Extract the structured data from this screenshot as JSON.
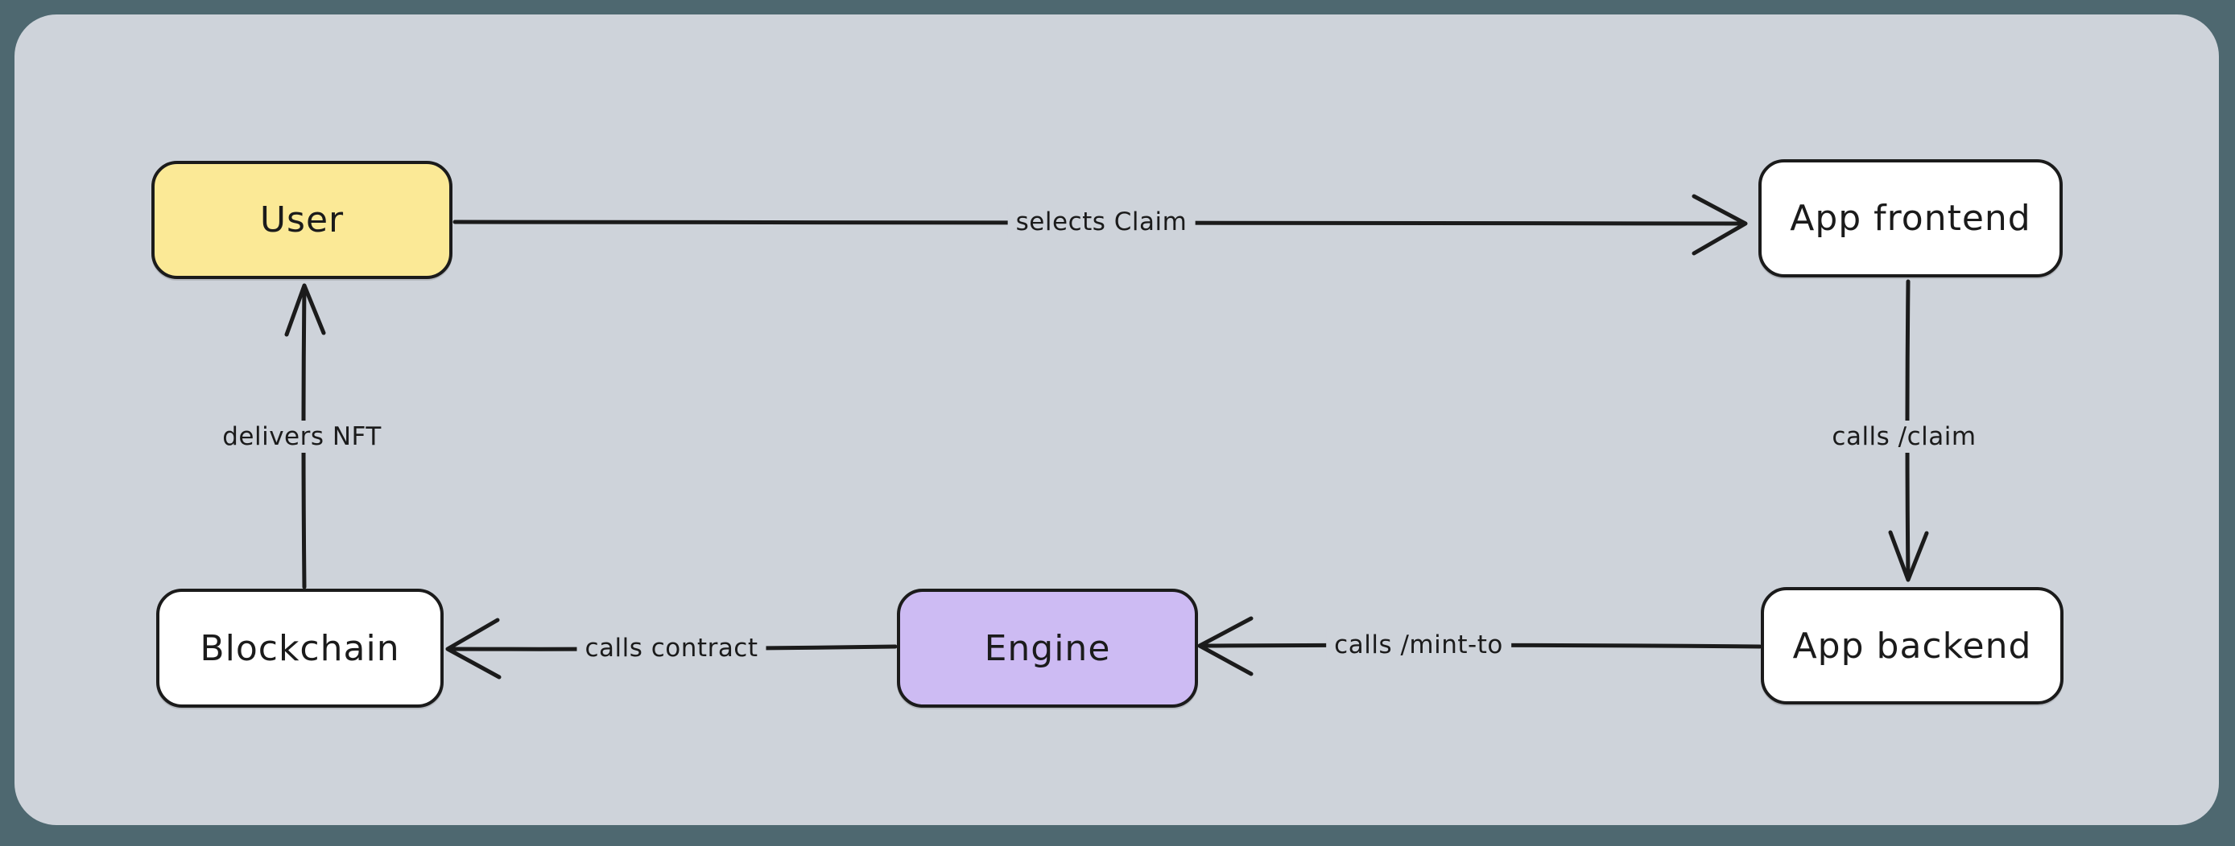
{
  "canvas": {
    "background": "#ced3da",
    "frame_background": "#4e6870",
    "stroke_color": "#1b1b1b"
  },
  "nodes": {
    "user": {
      "label": "User",
      "fill": "#fbe996"
    },
    "frontend": {
      "label": "App frontend",
      "fill": "#ffffff"
    },
    "backend": {
      "label": "App backend",
      "fill": "#ffffff"
    },
    "engine": {
      "label": "Engine",
      "fill": "#cdbbf3"
    },
    "blockchain": {
      "label": "Blockchain",
      "fill": "#ffffff"
    }
  },
  "edges": {
    "user_to_frontend": {
      "label": "selects Claim"
    },
    "frontend_to_backend": {
      "label": "calls /claim"
    },
    "backend_to_engine": {
      "label": "calls /mint-to"
    },
    "engine_to_blockchain": {
      "label": "calls contract"
    },
    "blockchain_to_user": {
      "label": "delivers NFT"
    }
  }
}
